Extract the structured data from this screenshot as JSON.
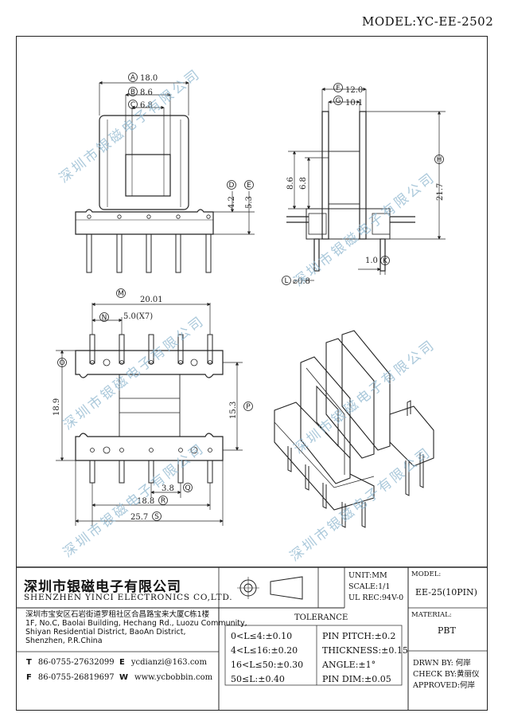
{
  "header": {
    "model_title": "MODEL:YC-EE-2502"
  },
  "watermark": {
    "text": "深圳市银磁电子有限公司",
    "color": "#8fb7cf"
  },
  "front_view": {
    "dim_A": "18.0",
    "dim_B": "8.6",
    "dim_C": "6.8",
    "dim_D": "4.2",
    "dim_E": "5.3",
    "letters": [
      "A",
      "B",
      "C",
      "D",
      "E"
    ]
  },
  "side_view": {
    "dim_F": "12.0",
    "dim_G": "10.1",
    "dim_H": "21.7",
    "dim_8_6": "8.6",
    "dim_6_8": "6.8",
    "dim_K": "1.0",
    "dim_L": "⌀0.8",
    "letters": [
      "F",
      "G",
      "H",
      "K",
      "L"
    ]
  },
  "bottom_view": {
    "dim_M": "20.01",
    "dim_N": "5.0(X7)",
    "dim_O": "18.9",
    "dim_P": "15.3",
    "dim_Q": "3.8",
    "dim_R": "18.8",
    "dim_S": "25.7",
    "letters": [
      "M",
      "N",
      "O",
      "P",
      "Q",
      "R",
      "S"
    ]
  },
  "title_block": {
    "company_cn": "深圳市银磁电子有限公司",
    "company_en": "SHENZHEN YINCI ELECTRONICS CO,LTD.",
    "address_lines": [
      "深圳市宝安区石岩街道罗租社区合昌路宝来大厦C栋1楼",
      "1F, No.C, Baolai Building, Hechang Rd., Luozu Community,",
      "Shiyan Residential District, BaoAn District,",
      "Shenzhen, P.R.China"
    ],
    "tel_label": "T",
    "tel": "86-0755-27632099",
    "email_label": "E",
    "email": "ycdianzi@163.com",
    "fax_label": "F",
    "fax": "86-0755-26819697",
    "web_label": "W",
    "web": "www.ycbobbin.com",
    "unit": "UNIT:MM",
    "scale": "SCALE:1/1",
    "ul_rec": "UL REC:94V-0",
    "model_label": "MODEL:",
    "model_value": "EE-25(10PIN)",
    "material_label": "MATERIAL:",
    "material_value": "PBT",
    "tolerance_title": "TOLERANCE",
    "tolerance_left": [
      "0<L≤4:±0.10",
      "4<L≤16:±0.20",
      "16<L≤50:±0.30",
      "50≤L:±0.40"
    ],
    "tolerance_right": [
      "PIN PITCH:±0.2",
      "THICKNESS:±0.15",
      "ANGLE:±1°",
      "PIN DIM:±0.05"
    ],
    "drawn_by": "DRWN BY: 何岸",
    "check_by": "CHECK BY:黄丽仪",
    "approved": "APPROVED:何岸"
  }
}
